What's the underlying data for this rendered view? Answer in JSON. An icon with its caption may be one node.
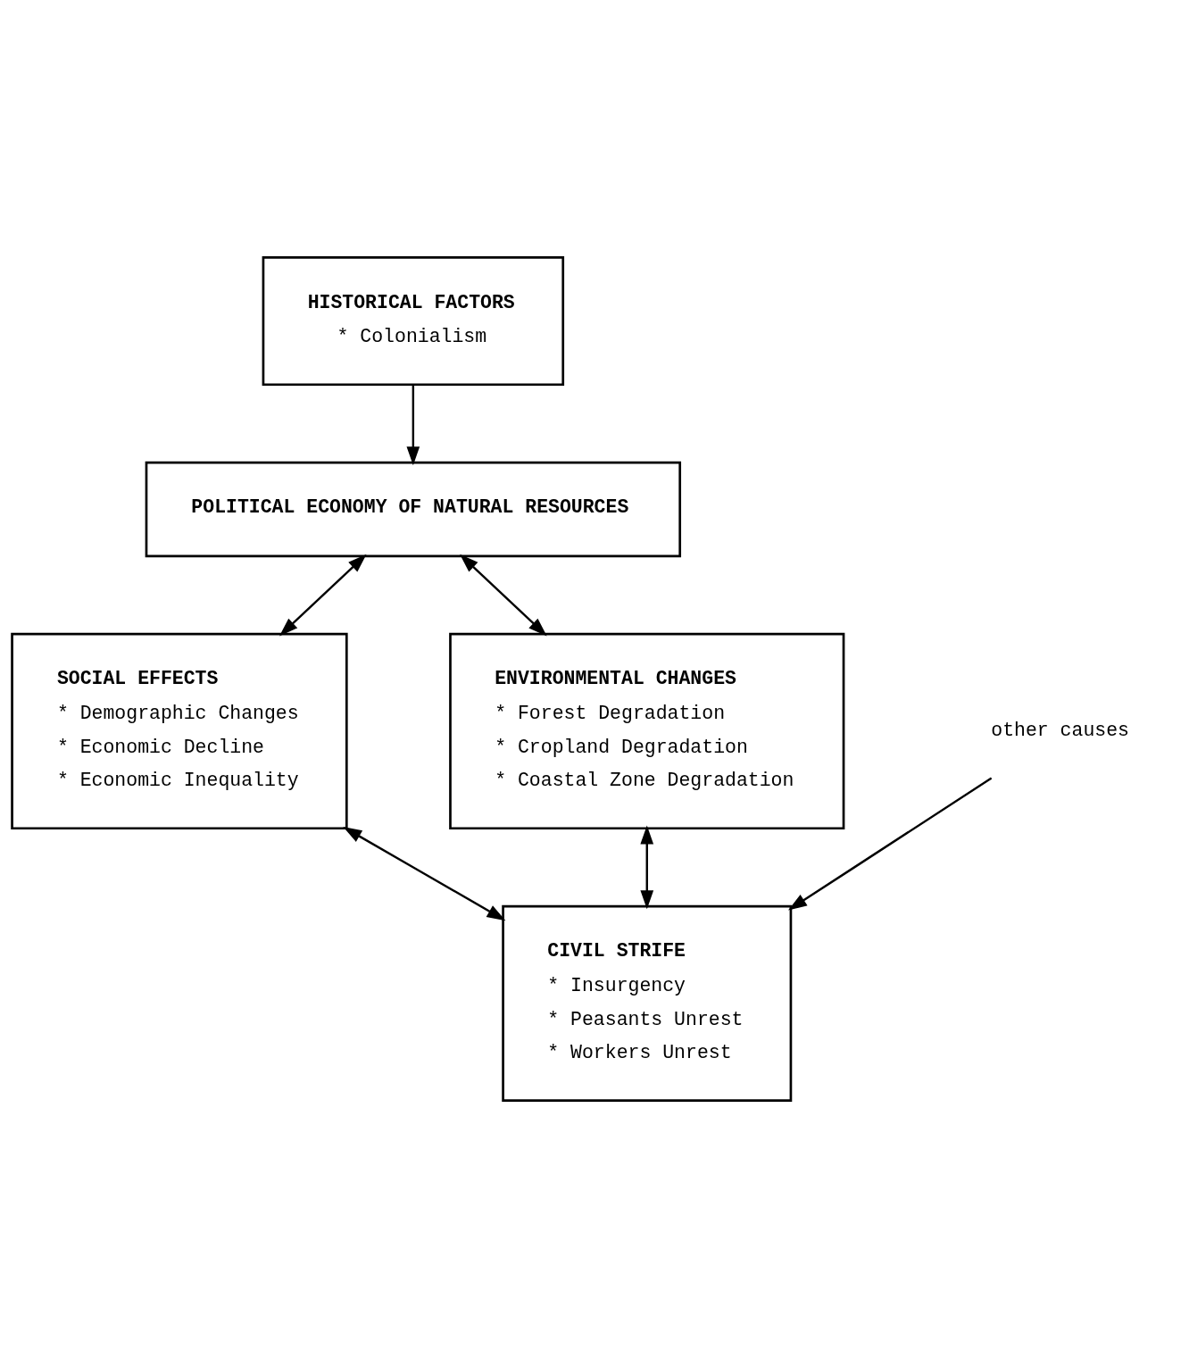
{
  "diagram": {
    "nodes": [
      {
        "text": [
          "HISTORICAL FACTORS",
          "* Colonialism"
        ]
      },
      {
        "text": [
          "POLITICAL ECONOMY OF NATURAL RESOURCES"
        ]
      },
      {
        "text": [
          "SOCIAL EFFECTS",
          "* Demographic Changes",
          "* Economic Decline",
          "* Economic Inequality"
        ]
      },
      {
        "text": [
          "ENVIRONMENTAL CHANGES",
          "* Forest Degradation",
          "* Cropland Degradation",
          "* Coastal Zone Degradation"
        ]
      },
      {
        "text": [
          "other causes"
        ]
      },
      {
        "text": [
          "CIVIL STRIFE",
          "* Insurgency",
          "* Peasants Unrest",
          "* Workers Unrest"
        ]
      }
    ],
    "edges": [
      {
        "from": 0,
        "to": 1,
        "arrow": "to"
      },
      {
        "from": 1,
        "to": 2,
        "arrow": "both"
      },
      {
        "from": 1,
        "to": 3,
        "arrow": "both"
      },
      {
        "from": 2,
        "to": 5,
        "arrow": "both"
      },
      {
        "from": 3,
        "to": 5,
        "arrow": "both"
      },
      {
        "from": 4,
        "to": 5,
        "arrow": "to"
      }
    ]
  }
}
